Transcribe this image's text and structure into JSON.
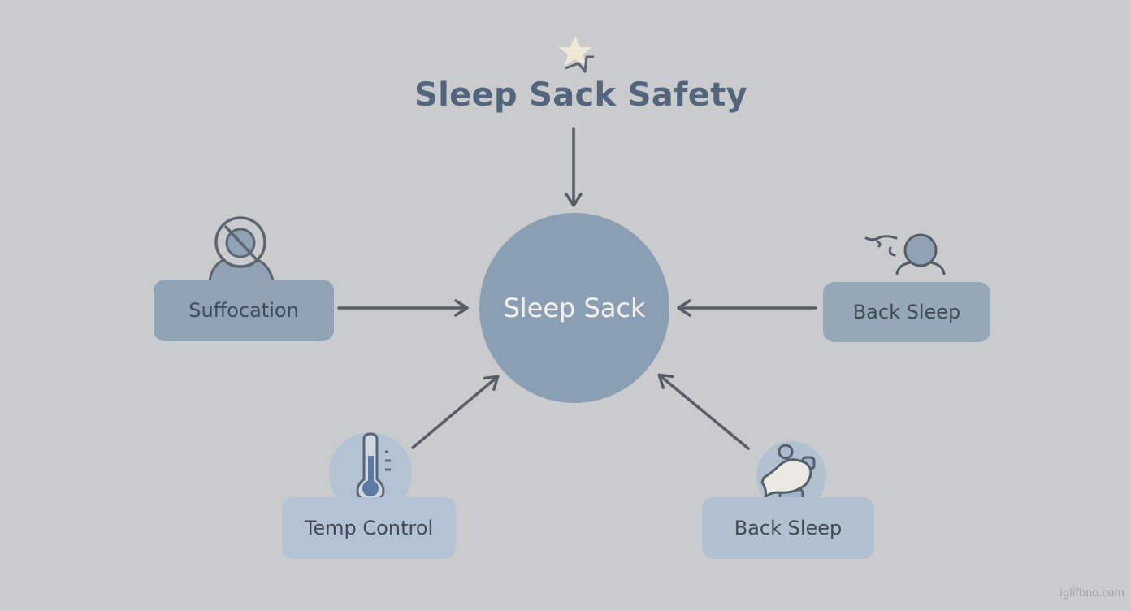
{
  "diagram": {
    "title": "Sleep Sack Safety",
    "center_label": "Sleep Sack",
    "nodes": [
      {
        "id": "suffocation",
        "label": "Suffocation",
        "icon": "no-suffocation-person-icon",
        "position": "left"
      },
      {
        "id": "back-sleep-right",
        "label": "Back Sleep",
        "icon": "sleeping-person-icon",
        "position": "right"
      },
      {
        "id": "temp-control",
        "label": "Temp Control",
        "icon": "thermometer-icon",
        "position": "bottom-left"
      },
      {
        "id": "back-sleep-bottom",
        "label": "Back Sleep",
        "icon": "sleeping-baby-icon",
        "position": "bottom-right"
      }
    ],
    "edges": [
      {
        "from": "title",
        "to": "center"
      },
      {
        "from": "suffocation",
        "to": "center"
      },
      {
        "from": "back-sleep-right",
        "to": "center"
      },
      {
        "from": "temp-control",
        "to": "center"
      },
      {
        "from": "back-sleep-bottom",
        "to": "center"
      }
    ],
    "title_icon": "star-icon"
  },
  "colors": {
    "background": "#cacbcd",
    "title": "#52657d",
    "center_fill": "#8a9fb3",
    "arrow": "#575d66"
  },
  "watermark": "iglifbno.com"
}
